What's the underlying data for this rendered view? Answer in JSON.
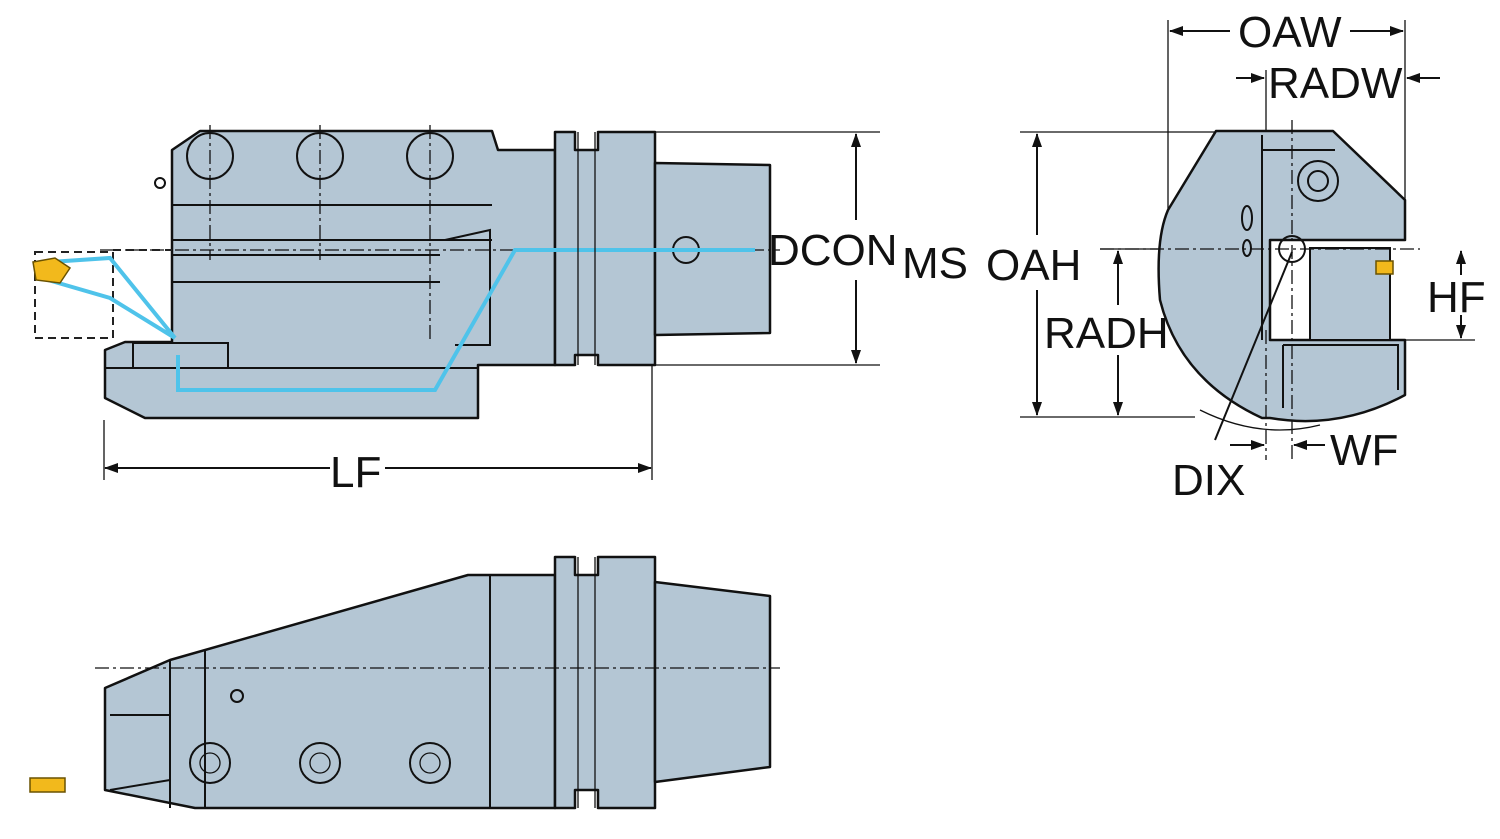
{
  "drawing": {
    "title": "Tool holder dimension drawing",
    "labels": {
      "oaw": "OAW",
      "radw": "RADW",
      "dcon": "DCON",
      "ms": "MS",
      "oah": "OAH",
      "radh": "RADH",
      "hf": "HF",
      "dix": "DIX",
      "wf": "WF",
      "lf": "LF"
    },
    "colors": {
      "body": "#b4c6d4",
      "coolant": "#4fc3ea",
      "insert": "#f2b91c"
    }
  }
}
